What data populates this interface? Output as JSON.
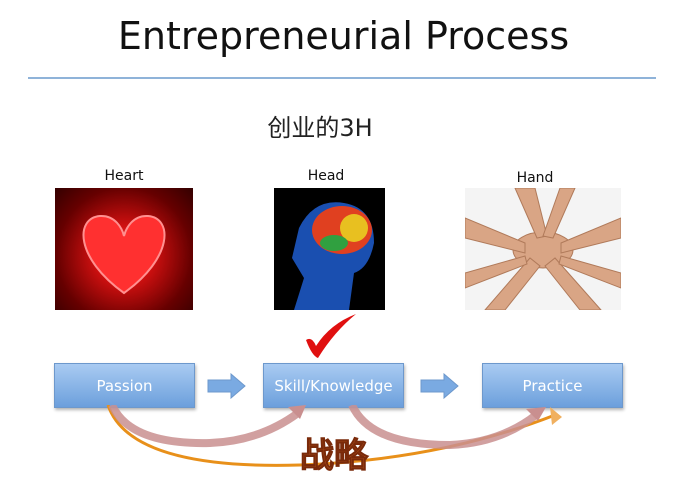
{
  "slide": {
    "title": "Entrepreneurial Process",
    "subtitle": "创业的3H",
    "columns": [
      {
        "label": "Heart",
        "image": "heart-image"
      },
      {
        "label": "Head",
        "image": "brain-image"
      },
      {
        "label": "Hand",
        "image": "hands-image"
      }
    ],
    "process": [
      "Passion",
      "Skill/Knowledge",
      "Practice"
    ],
    "strategy_label": "战略",
    "colors": {
      "box": "#7aaae2",
      "rule": "#8fb3d9",
      "check": "#e01010",
      "curve": "#c98f8f"
    }
  }
}
